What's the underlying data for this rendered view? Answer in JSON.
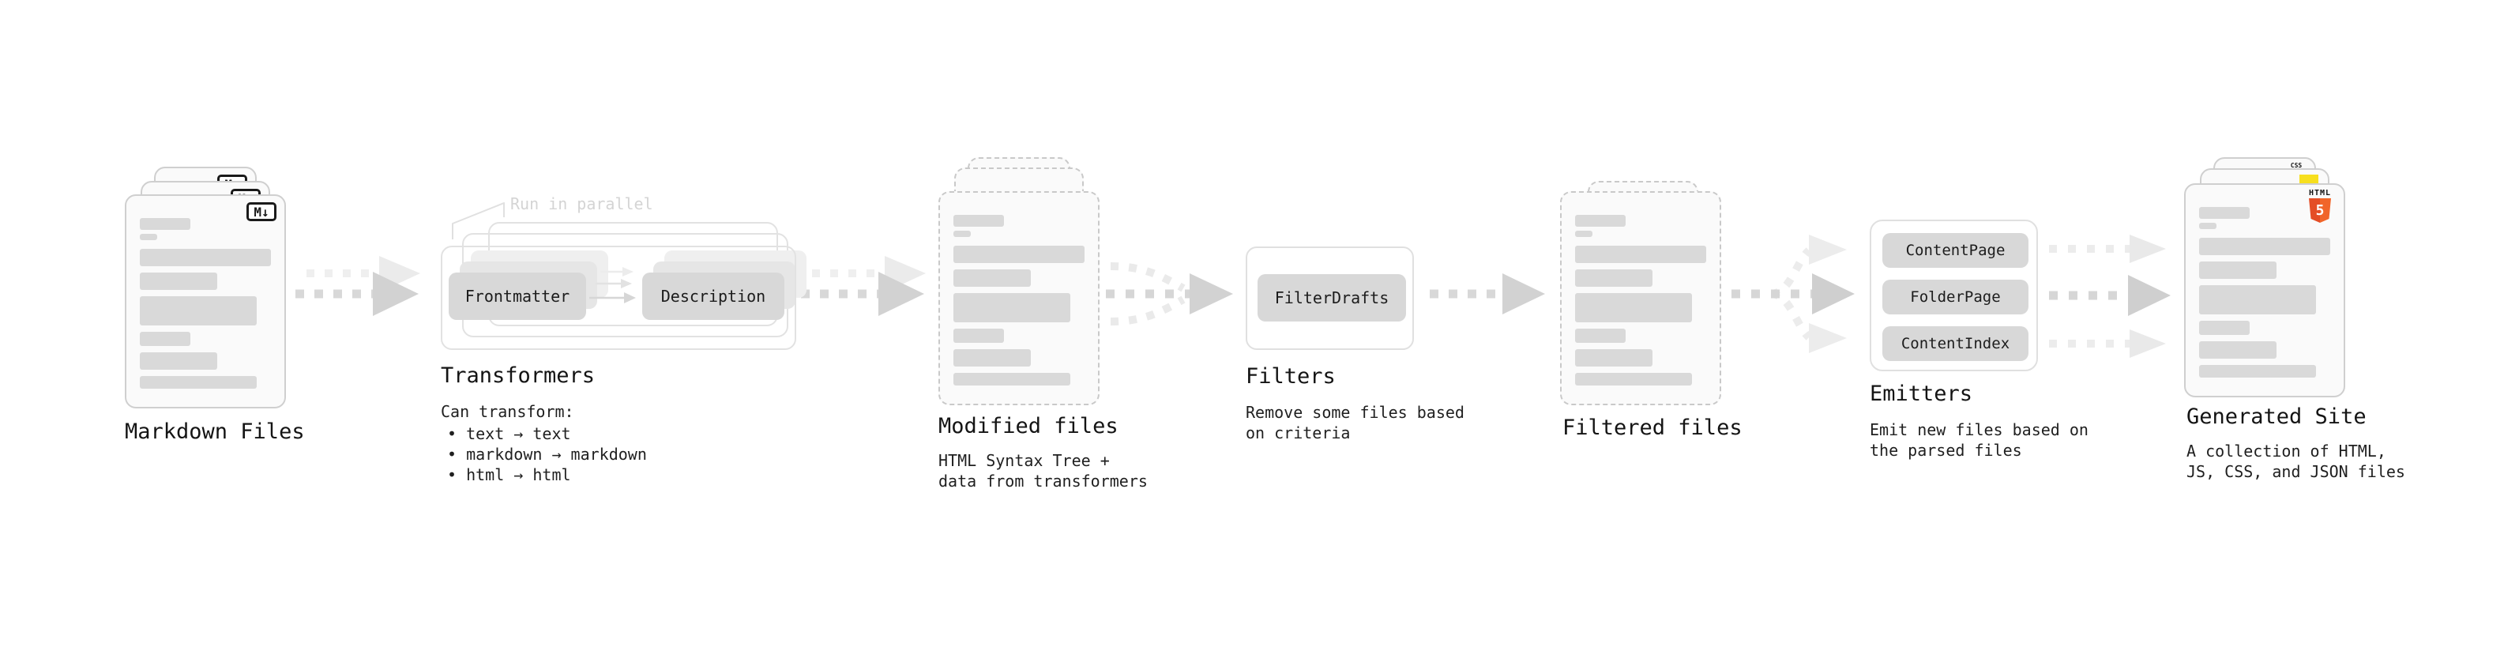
{
  "stages": {
    "markdown_files": {
      "title": "Markdown Files",
      "file_badge": "M↓"
    },
    "transformers": {
      "annotation": "Run in parallel",
      "pill_left": "Frontmatter",
      "pill_right": "Description",
      "title": "Transformers",
      "caption_heading": "Can transform:",
      "caption_bullets": [
        "• text → text",
        "• markdown → markdown",
        "• html → html"
      ]
    },
    "modified_files": {
      "title": "Modified files",
      "caption_lines": [
        "HTML Syntax Tree +",
        "data from transformers"
      ]
    },
    "filters": {
      "title": "Filters",
      "pill": "FilterDrafts",
      "caption_lines": [
        "Remove some files based",
        "on criteria"
      ]
    },
    "filtered_files": {
      "title": "Filtered files"
    },
    "emitters": {
      "title": "Emitters",
      "pills": [
        "ContentPage",
        "FolderPage",
        "ContentIndex"
      ],
      "caption_lines": [
        "Emit new files based on",
        "the parsed files"
      ]
    },
    "generated_site": {
      "title": "Generated Site",
      "caption_lines": [
        "A collection of HTML,",
        "JS, CSS, and JSON files"
      ],
      "badge_html_label": "HTML",
      "badge_html_number": "5",
      "badge_css_label": "CSS"
    }
  },
  "colors": {
    "background": "#ffffff",
    "card_fill": "#fafafa",
    "card_border": "#cfcfcf",
    "bar_fill": "#d9d9d9",
    "pill_fill": "#d8d8d8",
    "container_border": "#e2e2e2",
    "arrow_main": "#d6d6d6",
    "arrow_ghost": "#ececec",
    "annotation_text": "#d4d4d4",
    "html5_orange": "#e44d26",
    "js_yellow": "#f7df1e",
    "css_blue": "#2b6bf3"
  }
}
